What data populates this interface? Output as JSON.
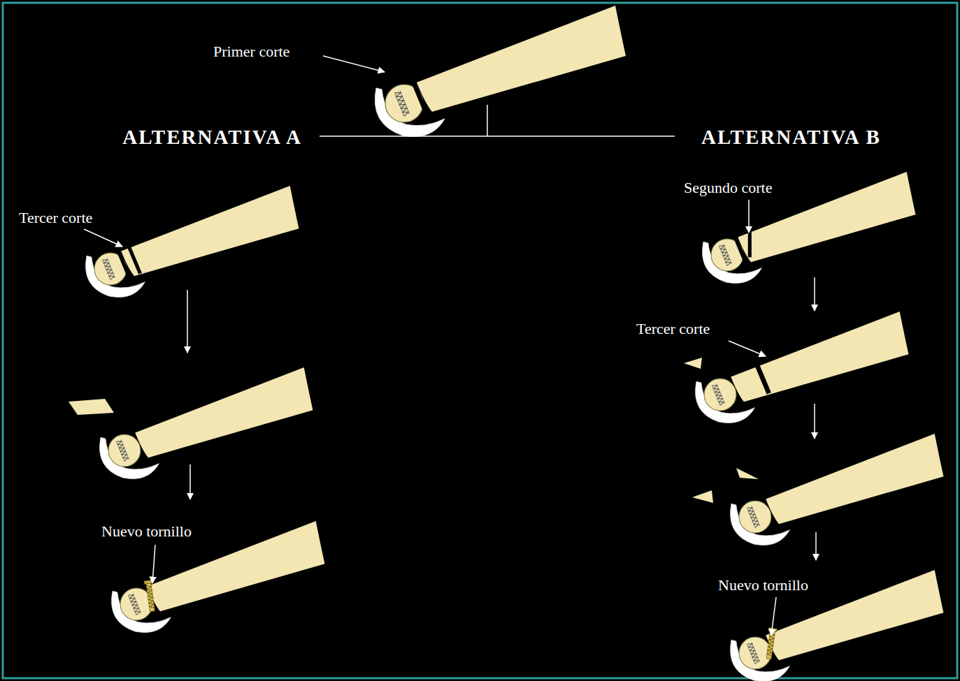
{
  "diagram": {
    "labels": [
      "Primer corte",
      "ALTERNATIVA A",
      "ALTERNATIVA B",
      "Tercer corte",
      "Segundo corte",
      "Tercer corte",
      "Nuevo tornillo",
      "Nuevo tornillo"
    ]
  }
}
